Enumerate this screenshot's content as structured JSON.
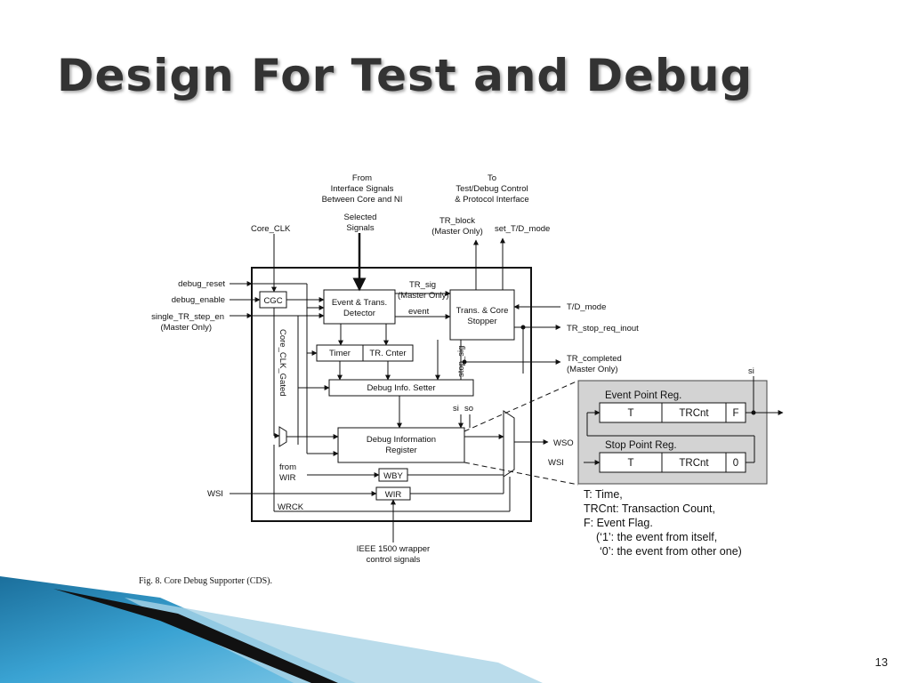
{
  "slide": {
    "title": "Design For Test and Debug",
    "page_number": "13"
  },
  "figure": {
    "caption": "Fig. 8.   Core Debug Supporter (CDS).",
    "top": {
      "from_line1": "From",
      "from_line2": "Interface Signals",
      "from_line3": "Between Core and NI",
      "to_line1": "To",
      "to_line2": "Test/Debug Control",
      "to_line3": "& Protocol Interface",
      "selected_line1": "Selected",
      "selected_line2": "Signals",
      "tr_block_line1": "TR_block",
      "tr_block_line2": "(Master Only)",
      "set_td_mode": "set_T/D_mode",
      "core_clk": "Core_CLK"
    },
    "left_inputs": {
      "debug_reset": "debug_reset",
      "debug_enable": "debug_enable",
      "single_tr_line1": "single_TR_step_en",
      "single_tr_line2": "(Master Only)",
      "wsi": "WSI"
    },
    "blocks": {
      "cgc": "CGC",
      "event_detector_line1": "Event & Trans.",
      "event_detector_line2": "Detector",
      "stopper_line1": "Trans. & Core",
      "stopper_line2": "Stopper",
      "timer": "Timer",
      "tr_cnter": "TR. Cnter",
      "debug_info_setter": "Debug Info. Setter",
      "debug_info_register_line1": "Debug Information",
      "debug_info_register_line2": "Register",
      "wby": "WBY",
      "wir": "WIR"
    },
    "inner_labels": {
      "tr_sig_line1": "TR_sig",
      "tr_sig_line2": "(Master Only)",
      "event": "event",
      "stop_sig": "stop_sig",
      "core_clk_gated": "Core_CLK_Gated",
      "si": "si",
      "so": "so",
      "from_wir_line1": "from",
      "from_wir_line2": "WIR",
      "wrck": "WRCK"
    },
    "right_outputs": {
      "td_mode": "T/D_mode",
      "tr_stop_req": "TR_stop_req_inout",
      "tr_completed_line1": "TR_completed",
      "tr_completed_line2": "(Master Only)",
      "wso": "WSO"
    },
    "bottom": {
      "ieee_line1": "IEEE 1500 wrapper",
      "ieee_line2": "control signals"
    },
    "detail": {
      "si_top": "si",
      "event_point_reg": "Event Point Reg.",
      "stop_point_reg": "Stop Point Reg.",
      "ep_field_t": "T",
      "ep_field_trcnt": "TRCnt",
      "ep_field_f": "F",
      "sp_field_t": "T",
      "sp_field_trcnt": "TRCnt",
      "sp_field_0": "0",
      "wsi": "WSI"
    },
    "legend": [
      "T: Time,",
      "TRCnt: Transaction Count,",
      "F: Event Flag.",
      "(‘1’: the event from itself,",
      "‘0’: the event from other one)"
    ]
  },
  "colors": {
    "title": "#333333",
    "detail_panel": "#d3d3d3",
    "deco_blue": "#2a8fc0",
    "deco_light": "#a9d3e6"
  }
}
